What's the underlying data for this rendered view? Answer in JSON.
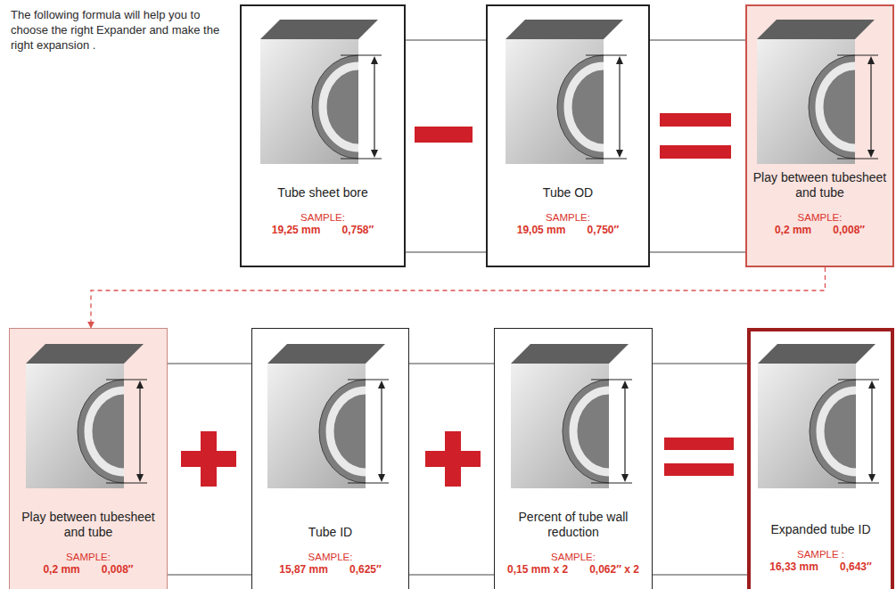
{
  "diagram": {
    "title": "The following formula will help you to choose the right Expander and make the right expansion .",
    "nodes": [
      {
        "text": [
          "Tube sheet bore",
          "SAMPLE:",
          "19,25 mm",
          "0,758″"
        ]
      },
      {
        "text": [
          "Tube OD",
          "SAMPLE:",
          "19,05 mm",
          "0,750″"
        ]
      },
      {
        "text": [
          "Play between tubesheet and tube",
          "SAMPLE:",
          "0,2 mm",
          "0,008″"
        ]
      },
      {
        "text": [
          "Play between tubesheet and tube",
          "SAMPLE:",
          "0,2 mm",
          "0,008″"
        ]
      },
      {
        "text": [
          "Tube ID",
          "SAMPLE:",
          "15,87 mm",
          "0,625″"
        ]
      },
      {
        "text": [
          "Percent of tube wall reduction",
          "SAMPLE:",
          "0,15 mm x 2",
          "0,062″ x 2"
        ]
      },
      {
        "text": [
          "Expanded tube ID",
          "SAMPLE :",
          "16,33 mm",
          "0,643″"
        ]
      }
    ],
    "edges": [
      {
        "from": 0,
        "to": 1,
        "arrow": "none"
      },
      {
        "from": 1,
        "to": 2,
        "arrow": "none"
      },
      {
        "from": 2,
        "to": 3,
        "arrow": "to"
      },
      {
        "from": 3,
        "to": 4,
        "arrow": "none"
      },
      {
        "from": 4,
        "to": 5,
        "arrow": "none"
      },
      {
        "from": 5,
        "to": 6,
        "arrow": "none"
      }
    ]
  }
}
